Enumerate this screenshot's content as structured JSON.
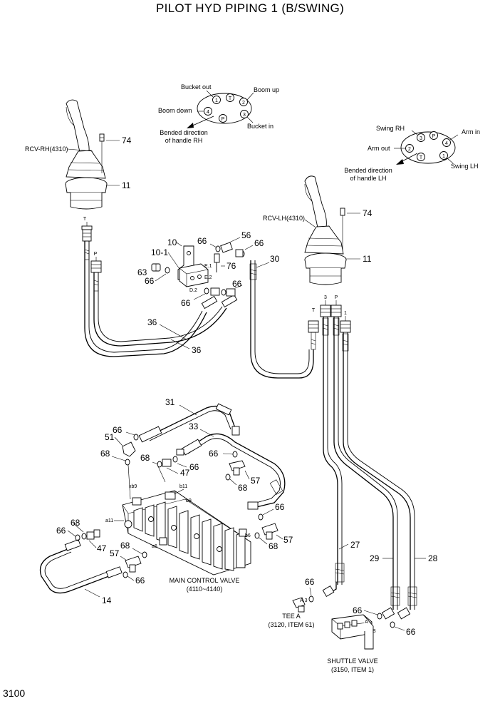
{
  "title": "PILOT HYD PIPING 1 (B/SWING)",
  "page_number": "3100",
  "rh_pattern": {
    "bucket_out": "Bucket out",
    "boom_up": "Boom up",
    "boom_down": "Boom down",
    "bucket_in": "Bucket in",
    "bended_line1": "Bended direction",
    "bended_line2": "of handle RH",
    "ports": [
      "1",
      "T",
      "2",
      "3",
      "P",
      "4"
    ]
  },
  "lh_pattern": {
    "swing_rh": "Swing RH",
    "arm_in": "Arm in",
    "arm_out": "Arm out",
    "swing_lh": "Swing LH",
    "bended_line1": "Bended direction",
    "bended_line2": "of handle LH",
    "ports": [
      "3",
      "P",
      "4",
      "2",
      "T",
      "1"
    ]
  },
  "labels": {
    "rcv_rh": "RCV-RH(4310)",
    "rcv_lh": "RCV-LH(4310)",
    "main_control_valve": "MAIN CONTROL VALVE",
    "main_control_valve_ref": "(4110~4140)",
    "tee_a": "TEE A",
    "tee_a_ref": "(3120, ITEM 61)",
    "shuttle_valve": "SHUTTLE VALVE",
    "shuttle_valve_ref": "(3150, ITEM 1)"
  },
  "port_marks": {
    "rh_t": "T",
    "rh_p": "P",
    "lh_t": "T",
    "lh_3": "3",
    "lh_p": "P",
    "lh_1": "1",
    "e1": "E.1",
    "e2": "E.2",
    "d2": "D.2",
    "xb9": "xb9",
    "b11": "b11",
    "b9": "b9",
    "a11": "a11",
    "a6": "a6",
    "b6": "b6",
    "a3": "A.3",
    "sv_a": "A",
    "sv_b": "B"
  },
  "callouts": {
    "c74a": "74",
    "c11a": "11",
    "c74b": "74",
    "c11b": "11",
    "c10": "10",
    "c10_1": "10-1",
    "c66a": "66",
    "c56": "56",
    "c66b": "66",
    "c63": "63",
    "c66c": "66",
    "c76": "76",
    "c30": "30",
    "c66d": "66",
    "c66e": "66",
    "c36a": "36",
    "c36b": "36",
    "c31": "31",
    "c66f": "66",
    "c51": "51",
    "c33": "33",
    "c68a": "68",
    "c68b": "68",
    "c66g": "66",
    "c47a": "47",
    "c66h": "66",
    "c57a": "57",
    "c68c": "68",
    "c68d": "68",
    "c66i": "66",
    "c47b": "47",
    "c57b": "57",
    "c68e": "68",
    "c66j": "66",
    "c66k": "66",
    "c57c": "57",
    "c68f": "68",
    "c14": "14",
    "c27": "27",
    "c29": "29",
    "c28": "28",
    "c66l": "66",
    "c66m": "66",
    "c66n": "66"
  }
}
